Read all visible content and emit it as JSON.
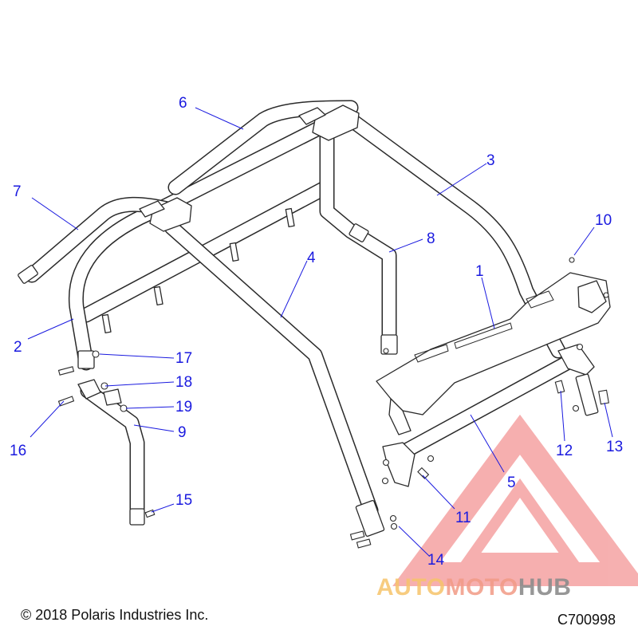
{
  "diagram": {
    "callouts": [
      "1",
      "2",
      "3",
      "4",
      "5",
      "6",
      "7",
      "8",
      "9",
      "10",
      "11",
      "12",
      "13",
      "14",
      "15",
      "16",
      "17",
      "18",
      "19"
    ],
    "copyright": "© 2018 Polaris Industries Inc.",
    "figure_id": "C700998"
  },
  "watermark": {
    "auto": "AUTO",
    "moto": "MOTO",
    "hub": "HUB",
    "colors": {
      "auto": "#f6c46a",
      "moto": "#f29b86",
      "hub": "#8c8c8c",
      "triangle": "#ef6f6f"
    }
  }
}
